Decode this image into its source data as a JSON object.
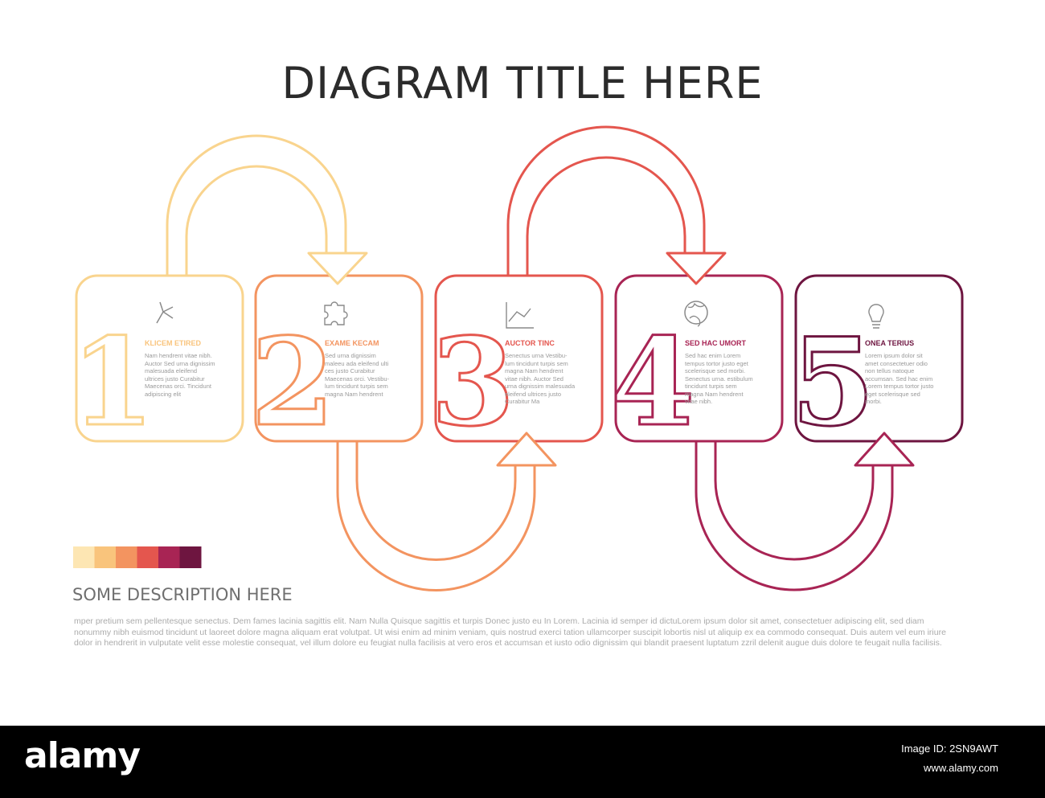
{
  "title": "DIAGRAM TITLE HERE",
  "colors": {
    "step1": "#f9d48e",
    "step2": "#f39460",
    "step3": "#e4564e",
    "step4": "#a82454",
    "step5": "#6e1540",
    "swatches": [
      "#fde6b3",
      "#f9c47c",
      "#f39460",
      "#e4564e",
      "#a82454",
      "#6e1540"
    ]
  },
  "steps": [
    {
      "number": "1",
      "icon": "arrows-split-icon",
      "heading": "KLICEM ETIRED",
      "text": "Nam hendrent vitae nibh. Auctor Sed urna dignissim malesuada eleifend ultrices justo Curabitur Maecenas orci. Tincidunt adipiscing elit"
    },
    {
      "number": "2",
      "icon": "puzzle-icon",
      "heading": "EXAME KECAM",
      "text": "Sed urna dignissim maleeu ada eleifend ulti ces justo Curabitur Maecenas orci. Vestibu- lum tincidunt turpis sem magna Nam hendrent"
    },
    {
      "number": "3",
      "icon": "line-chart-icon",
      "heading": "AUCTOR TINC",
      "text": "Senectus urna Vestibu- lum tincidunt turpis sem magna Nam hendrent vitae nibh. Auctor Sed urna dignissim malesuada eleifend ultrices justo Curabitur Ma"
    },
    {
      "number": "4",
      "icon": "globe-icon",
      "heading": "SED HAC UMORT",
      "text": "Sed hac enim Lorem tempus tortor justo eget scelerisque sed morbi. Senectus urna. estibulum tincidunt turpis sem magna Nam hendrent vitae nibh."
    },
    {
      "number": "5",
      "icon": "lightbulb-icon",
      "heading": "ONEA TERIUS",
      "text": "Lorem ipsum dolor sit amet consectetuer odio non tellus natoque accumsan. Sed hac enim Lorem tempus tortor justo eget scelerisque sed morbi."
    }
  ],
  "description": {
    "title": "SOME DESCRIPTION HERE",
    "body": "mper pretium sem pellentesque senectus. Dem fames lacinia sagittis elit. Nam Nulla Quisque sagittis et turpis Donec justo eu In Lorem. Lacinia id semper id dictuLorem ipsum dolor sit amet, consectetuer adipiscing elit, sed diam nonummy nibh euismod tincidunt ut laoreet dolore magna aliquam erat volutpat. Ut wisi enim ad minim veniam, quis nostrud exerci tation ullamcorper suscipit lobortis nisl ut aliquip ex ea commodo consequat. Duis autem vel eum iriure dolor in hendrerit in vulputate velit esse molestie consequat, vel illum dolore eu feugiat nulla facilisis at vero eros et accumsan et iusto odio dignissim qui blandit praesent luptatum zzril delenit augue duis dolore te feugait nulla facilisis."
  },
  "footer": {
    "logo": "alamy",
    "image_id": "Image ID: 2SN9AWT",
    "site": "www.alamy.com"
  }
}
